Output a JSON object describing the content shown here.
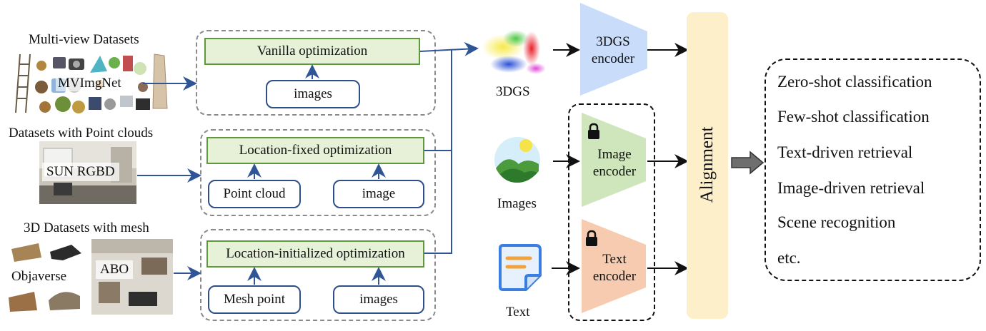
{
  "datasets": {
    "multiview_title": "Multi-view Datasets",
    "multiview_name": "MVImgNet",
    "pointcloud_title": "Datasets with Point clouds",
    "pointcloud_name": "SUN RGBD",
    "mesh_title": "3D Datasets with mesh",
    "mesh_name_1": "Objaverse",
    "mesh_name_2": "ABO"
  },
  "optimization": {
    "vanilla": {
      "title": "Vanilla optimization",
      "inputs": [
        "images"
      ]
    },
    "location_fixed": {
      "title": "Location-fixed optimization",
      "inputs": [
        "Point cloud",
        "image"
      ]
    },
    "location_initialized": {
      "title": "Location-initialized optimization",
      "inputs": [
        "Mesh point",
        "images"
      ]
    }
  },
  "modalities": {
    "gs_label": "3DGS",
    "images_label": "Images",
    "text_label": "Text"
  },
  "encoders": {
    "gs_encoder": "3DGS encoder",
    "image_encoder": "Image encoder",
    "text_encoder": "Text encoder",
    "gs_color": "#c9dcf9",
    "image_color": "#cfe6bd",
    "text_color": "#f6cbb0"
  },
  "alignment": {
    "label": "Alignment",
    "color": "#fdefc9"
  },
  "tasks": [
    "Zero-shot classification",
    "Few-shot classification",
    "Text-driven retrieval",
    "Image-driven retrieval",
    "Scene recognition",
    "etc."
  ]
}
